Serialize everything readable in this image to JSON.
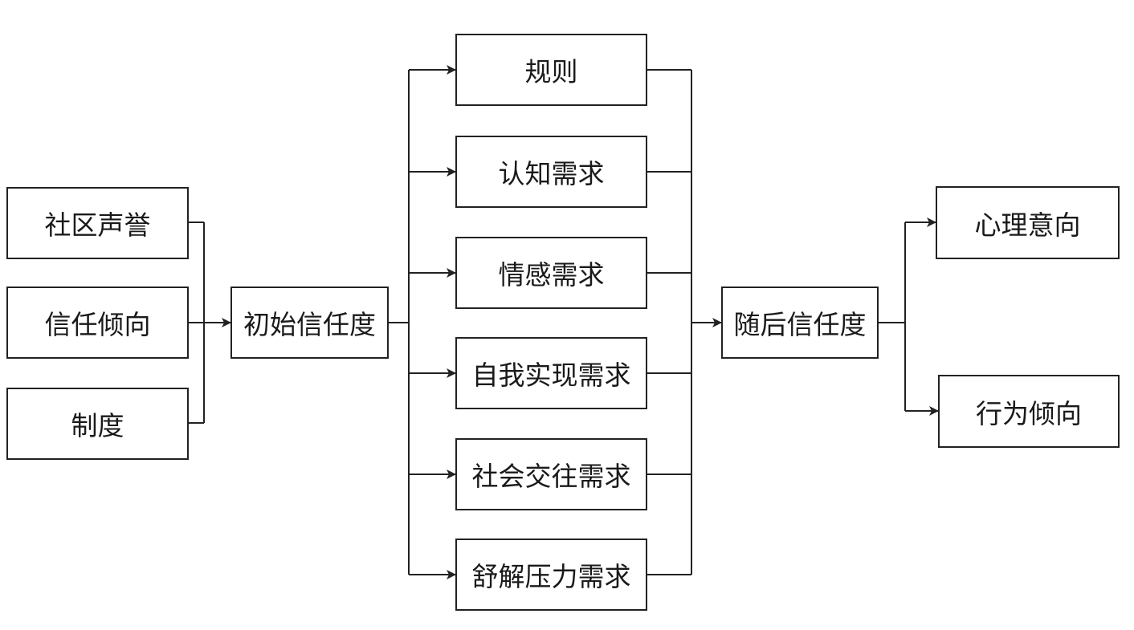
{
  "diagram": {
    "stroke_color": "#222222",
    "inputs": [
      "社区声誉",
      "信任倾向",
      "制度"
    ],
    "initial": "初始信任度",
    "needs": [
      "规则",
      "认知需求",
      "情感需求",
      "自我实现需求",
      "社会交往需求",
      "舒解压力需求"
    ],
    "subsequent": "随后信任度",
    "outcomes": [
      "心理意向",
      "行为倾向"
    ]
  }
}
